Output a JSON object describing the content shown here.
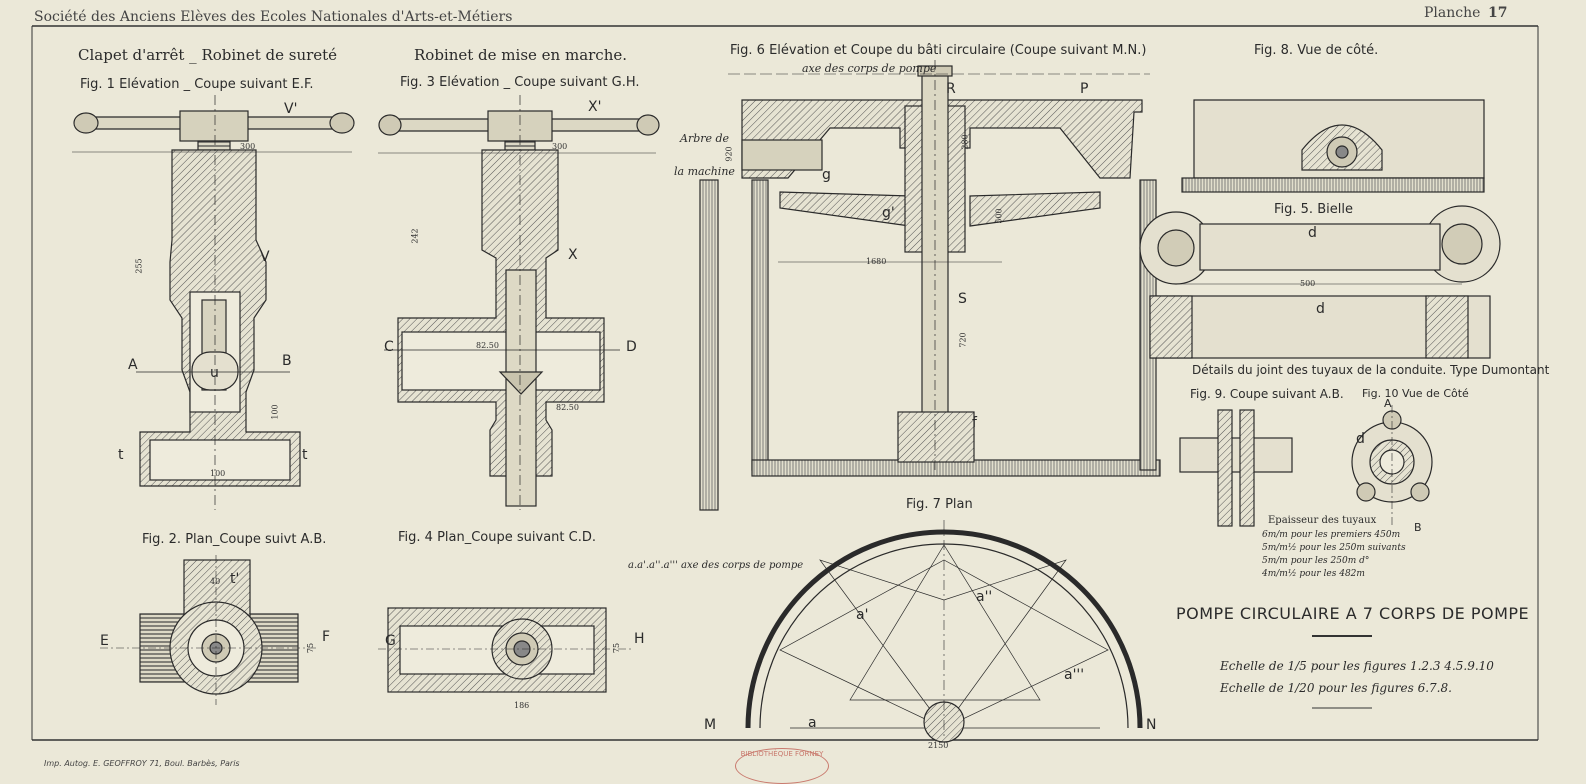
{
  "header": {
    "society": "Société des Anciens Elèves des Ecoles Nationales d'Arts-et-Métiers",
    "plate_label": "Planche",
    "plate_number": "17"
  },
  "captions": {
    "clapet": "Clapet d'arrêt _ Robinet de sureté",
    "fig1": "Fig. 1 Elévation _ Coupe suivant E.F.",
    "robinet": "Robinet de mise en marche.",
    "fig3": "Fig. 3 Elévation _ Coupe suivant G.H.",
    "fig6": "Fig. 6 Elévation et Coupe du bâti circulaire (Coupe suivant M.N.)",
    "fig6_axis": "axe des corps    de pompe",
    "fig8": "Fig. 8. Vue de côté.",
    "fig5": "Fig. 5. Bielle",
    "details": "Détails du joint des tuyaux de la conduite. Type Dumontant",
    "fig9": "Fig. 9. Coupe suivant A.B.",
    "fig10": "Fig. 10 Vue de Côté",
    "fig2": "Fig. 2. Plan_Coupe suivt A.B.",
    "fig4": "Fig. 4 Plan_Coupe suivant C.D.",
    "fig7": "Fig. 7 Plan",
    "aaxes": "a.a'.a''.a''' axe des corps de pompe",
    "arbre1": "Arbre de",
    "arbre2": "la machine"
  },
  "letters": {
    "A": "A",
    "B": "B",
    "C": "C",
    "D": "D",
    "E": "E",
    "F": "F",
    "G": "G",
    "H": "H",
    "M": "M",
    "N": "N",
    "P": "P",
    "R": "R",
    "S": "S",
    "X": "X",
    "Xp": "X'",
    "V": "V",
    "Vp": "V'",
    "t": "t",
    "tp": "t'",
    "u": "u",
    "d": "d",
    "g": "g",
    "gp": "g'",
    "f": "f",
    "a": "a",
    "ap": "a'",
    "app": "a''",
    "appp": "a'''"
  },
  "dims": {
    "d300a": "300",
    "d300b": "300",
    "d255": "255",
    "d242": "242",
    "d100a": "100",
    "d100b": "100",
    "d40": "40",
    "d75a": "75",
    "d75b": "75",
    "d186": "186",
    "d1680": "1680",
    "d500a": "500",
    "d500b": "500",
    "d720": "720",
    "d280": "280",
    "d920": "920",
    "d2150": "2150",
    "d82a": "82.50",
    "d82b": "82.50"
  },
  "thickness": {
    "title": "Epaisseur des tuyaux",
    "rows": [
      "6m/m pour les premiers 450m",
      "5m/m½ pour les 250m suivants",
      "5m/m pour les 250m  d°",
      "4m/m½ pour les 482m"
    ]
  },
  "main_title": "POMPE CIRCULAIRE A 7 CORPS DE POMPE",
  "scales": [
    "Echelle de 1/5 pour les figures  1.2.3 4.5.9.10",
    "Echelle de 1/20 pour les figures  6.7.8."
  ],
  "imprint": "Imp. Autog. E. GEOFFROY 71, Boul. Barbès, Paris",
  "stamp": "BIBLIOTHÈQUE FORNEY",
  "colors": {
    "paper": "#ebe8d8",
    "ink": "#2a2a2a",
    "stamp": "#c97a6e"
  }
}
